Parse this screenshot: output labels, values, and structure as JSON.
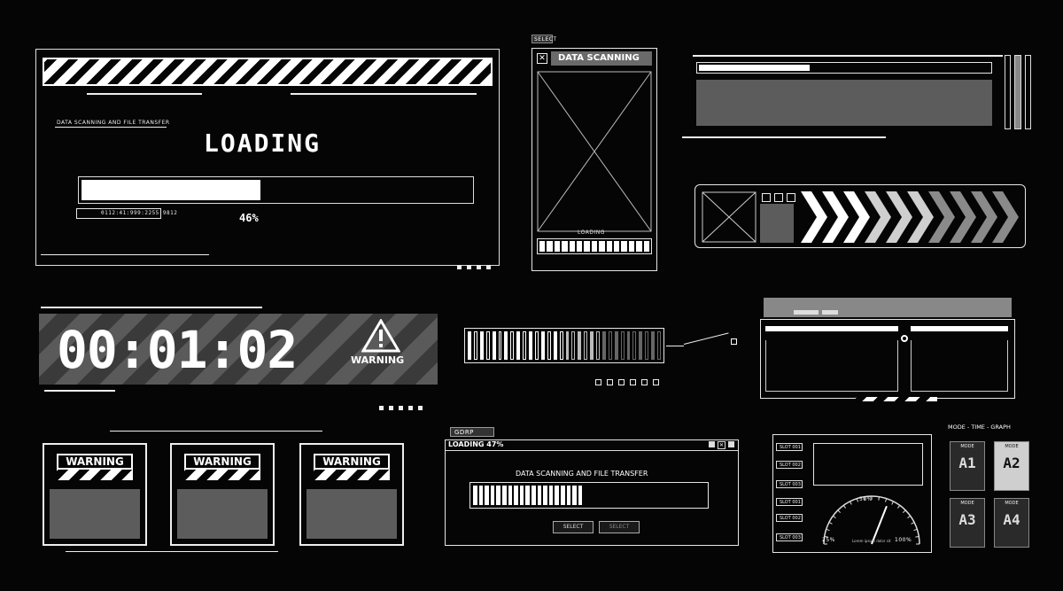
{
  "loading_panel": {
    "header": "DATA SCANNING AND FILE TRANSFER",
    "title": "LOADING",
    "progress": 0.46,
    "percent_label": "46%",
    "code": "0112:41:999:2255:9812"
  },
  "scan_panel": {
    "select_label": "SELECT",
    "title": "DATA SCANNING",
    "loading_label": "LOADING",
    "segments": 15,
    "filled_segments": 15
  },
  "timer_panel": {
    "time": "00:01:02",
    "warning_label": "WARNING"
  },
  "warning_cards": [
    {
      "label": "WARNING"
    },
    {
      "label": "WARNING"
    },
    {
      "label": "WARNING"
    }
  ],
  "dialog": {
    "tab": "GDRP",
    "title": "LOADING 47%",
    "message": "DATA SCANNING AND FILE TRANSFER",
    "progress": 0.47,
    "select_button": "SELECT",
    "select_button_2": "SELECT"
  },
  "slots_panel": {
    "slots": [
      "SLOT 001",
      "SLOT 002",
      "SLOT 003",
      "SLOT 001",
      "SLOT 002",
      "SLOT 003"
    ],
    "gauge": {
      "min_label": "25%",
      "mid_label": "50%",
      "max_label": "100%",
      "value": 0.62,
      "caption": "Lorem ipsum dolor sit"
    }
  },
  "mode_panel": {
    "header": "MODE - TIME - GRAPH",
    "cards": [
      {
        "label": "MODE",
        "value": "A1",
        "active": false
      },
      {
        "label": "MODE",
        "value": "A2",
        "active": true
      },
      {
        "label": "MODE",
        "value": "A3",
        "active": false
      },
      {
        "label": "MODE",
        "value": "A4",
        "active": false
      }
    ]
  }
}
